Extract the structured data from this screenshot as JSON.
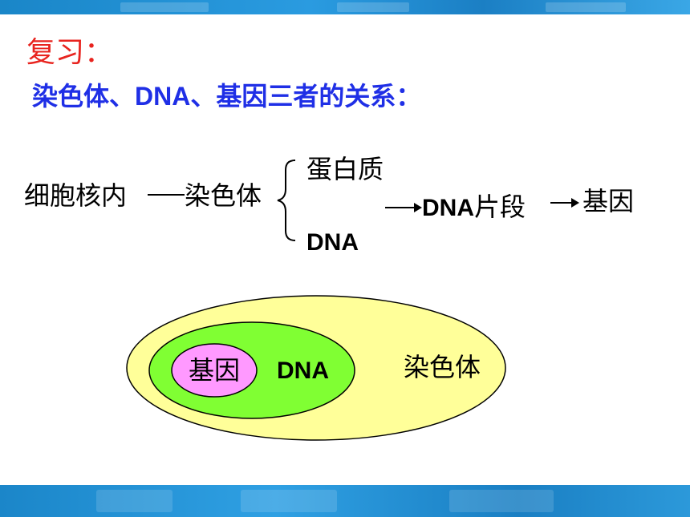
{
  "heading": {
    "review": "复习：",
    "subtitle_a": "染色体、",
    "subtitle_b": "DNA",
    "subtitle_c": "、基因三者的关系："
  },
  "flow": {
    "nucleus": "细胞核内",
    "chromosome": "染色体",
    "protein": "蛋白质",
    "dna": "DNA",
    "dna_segment_a": "DNA",
    "dna_segment_b": "片段",
    "gene": "基因"
  },
  "venn": {
    "outer_label": "染色体",
    "middle_label": "DNA",
    "inner_label": "基因",
    "colors": {
      "outer": "#ffff99",
      "middle": "#80ff33",
      "inner": "#ff99ff",
      "stroke": "#000000"
    }
  },
  "theme": {
    "title_color": "#e8241f",
    "subtitle_color": "#1f2fe6",
    "bar_color": "#1f8fd3"
  }
}
